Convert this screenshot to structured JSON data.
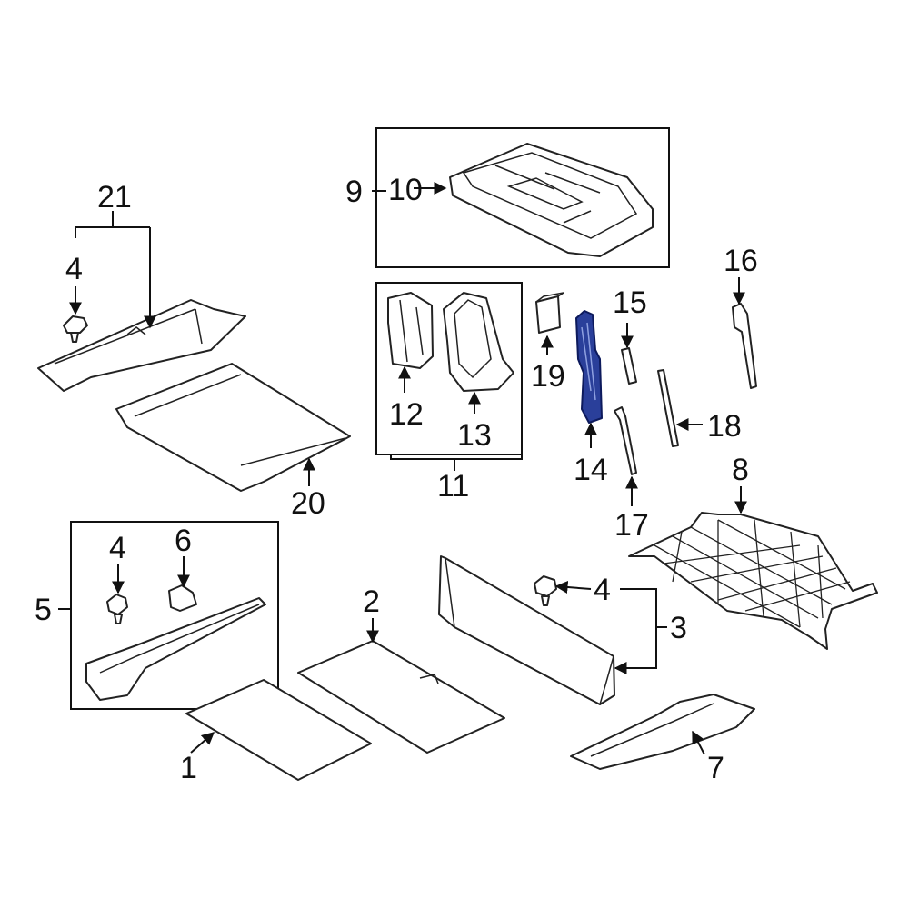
{
  "callouts": {
    "c1": "1",
    "c2": "2",
    "c3": "3",
    "c4a": "4",
    "c4b": "4",
    "c4c": "4",
    "c5": "5",
    "c6": "6",
    "c7": "7",
    "c8": "8",
    "c9": "9",
    "c10": "10",
    "c11": "11",
    "c12": "12",
    "c13": "13",
    "c14": "14",
    "c15": "15",
    "c16": "16",
    "c17": "17",
    "c18": "18",
    "c19": "19",
    "c20": "20",
    "c21": "21"
  },
  "highlight": {
    "part": "14",
    "color": "#2a3f9a"
  }
}
